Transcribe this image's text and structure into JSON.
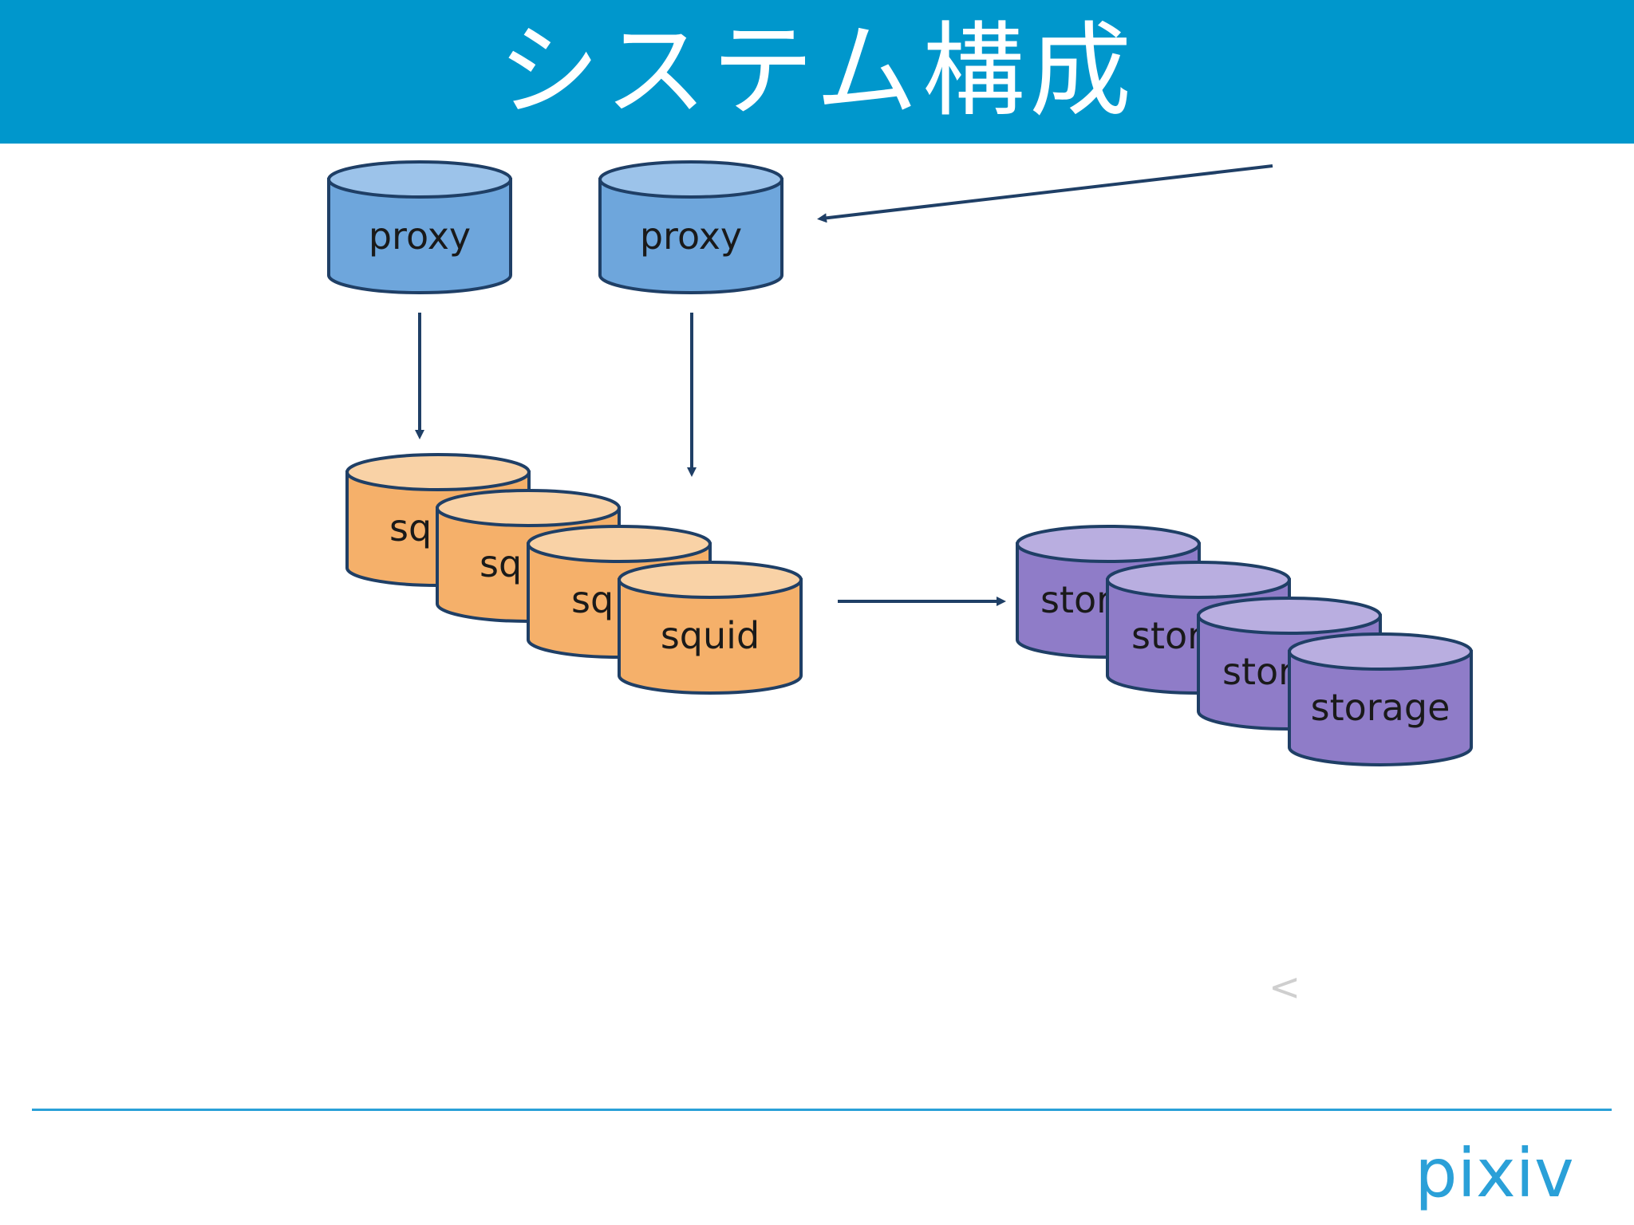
{
  "slide": {
    "title": "システム構成",
    "header_color": "#0097cc",
    "rule_color": "#2aa0d8"
  },
  "nodes": {
    "proxy_1": "proxy",
    "proxy_2": "proxy",
    "squid_1": "sq",
    "squid_2": "sq",
    "squid_3": "sq",
    "squid_4": "squid",
    "storage_1": "stor",
    "storage_2": "stor",
    "storage_3": "stor",
    "storage_4": "storage"
  },
  "colors": {
    "proxy": "#6ea6dc",
    "squid": "#f5b06a",
    "storage": "#8f7cc8",
    "stroke": "#1f3f66",
    "arrow": "#1f3f66"
  },
  "stray_glyph": "<",
  "logo": {
    "text": "pixiv",
    "color": "#2aa0d8"
  }
}
